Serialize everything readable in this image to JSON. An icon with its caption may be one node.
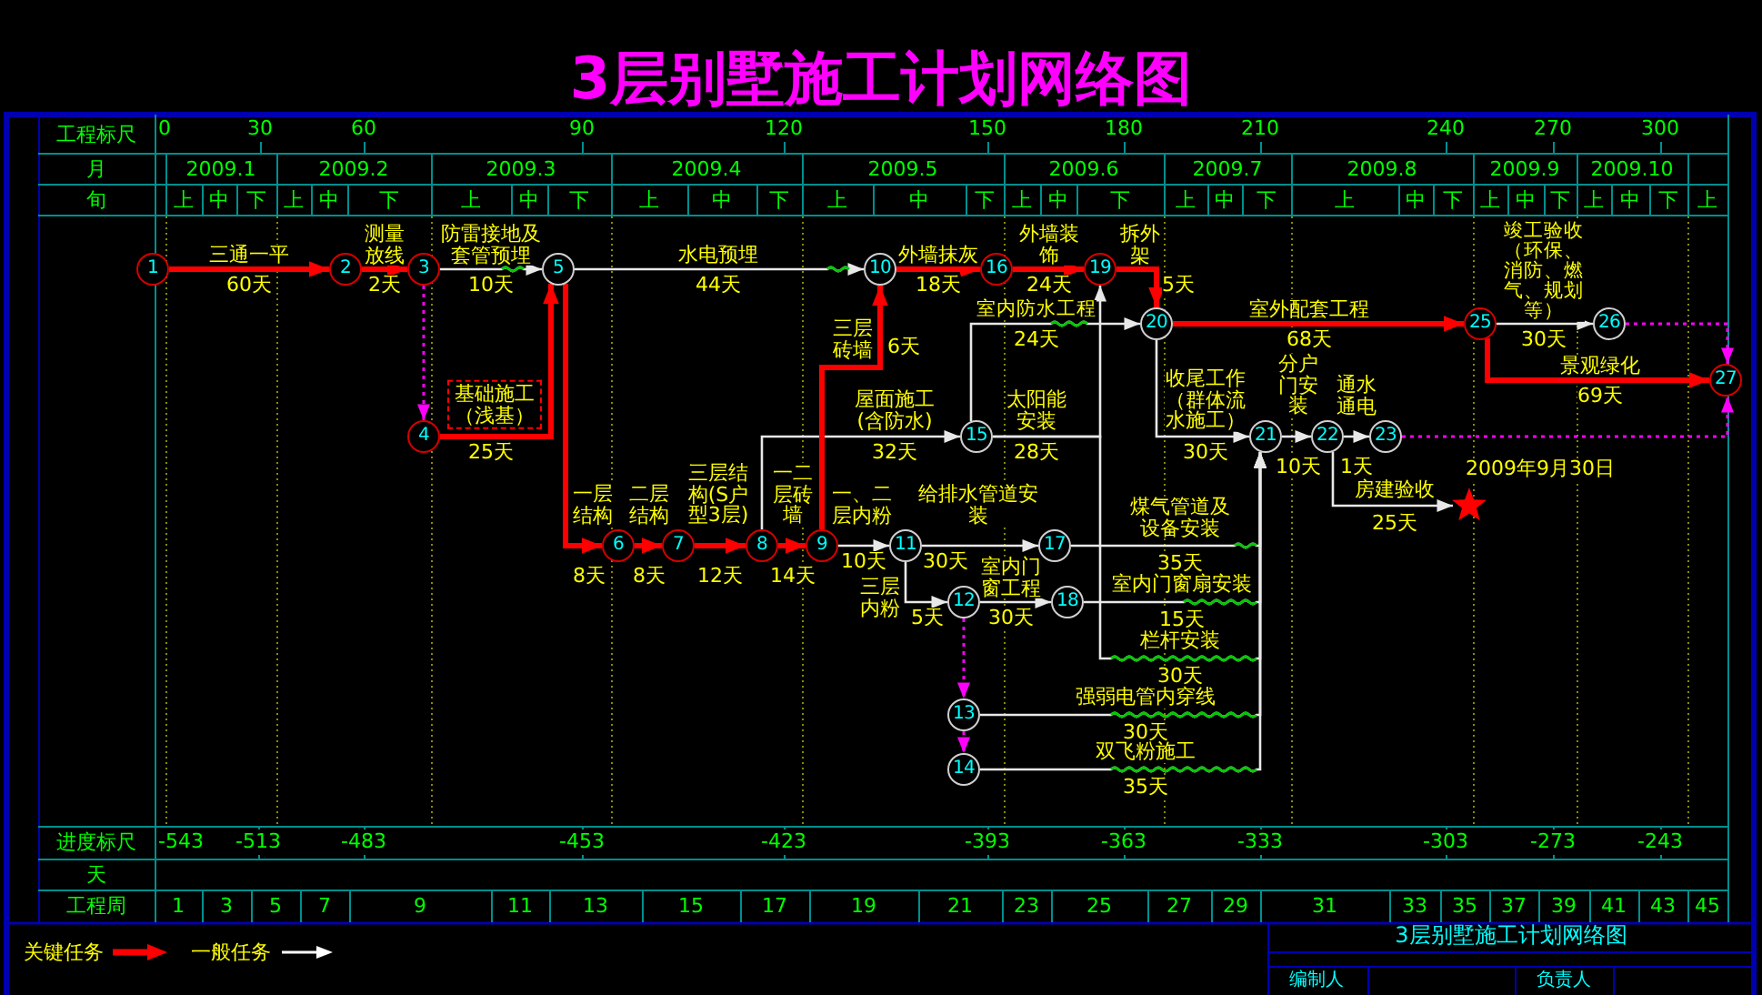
{
  "diagram": {
    "title": "3层别墅施工计划网络图",
    "nodes": [
      {
        "text": [
          "1"
        ]
      },
      {
        "text": [
          "2"
        ]
      },
      {
        "text": [
          "3"
        ]
      },
      {
        "text": [
          "4"
        ]
      },
      {
        "text": [
          "5"
        ]
      },
      {
        "text": [
          "6"
        ]
      },
      {
        "text": [
          "7"
        ]
      },
      {
        "text": [
          "8"
        ]
      },
      {
        "text": [
          "9"
        ]
      },
      {
        "text": [
          "10"
        ]
      },
      {
        "text": [
          "11"
        ]
      },
      {
        "text": [
          "12"
        ]
      },
      {
        "text": [
          "13"
        ]
      },
      {
        "text": [
          "14"
        ]
      },
      {
        "text": [
          "15"
        ]
      },
      {
        "text": [
          "16"
        ]
      },
      {
        "text": [
          "17"
        ]
      },
      {
        "text": [
          "18"
        ]
      },
      {
        "text": [
          "19"
        ]
      },
      {
        "text": [
          "20"
        ]
      },
      {
        "text": [
          "21"
        ]
      },
      {
        "text": [
          "22"
        ]
      },
      {
        "text": [
          "23"
        ]
      },
      {
        "text": [
          "25"
        ]
      },
      {
        "text": [
          "26"
        ]
      },
      {
        "text": [
          "27"
        ]
      },
      {
        "text": [],
        "shape": "star",
        "beside": [
          "2009年9月30日"
        ]
      }
    ],
    "edges": [
      {
        "from": 0,
        "to": 1,
        "arrow": "to",
        "label": "三通一平",
        "style": "thick",
        "color": "#ff0000"
      },
      {
        "from": 1,
        "to": 2,
        "arrow": "to",
        "label": "测量放线",
        "style": "thick",
        "color": "#ff0000"
      },
      {
        "from": 2,
        "to": 3,
        "arrow": "to",
        "style": "dashed",
        "color": "#ff00ff"
      },
      {
        "from": 2,
        "to": 4,
        "arrow": "to",
        "label": "防雷接地及套管预埋"
      },
      {
        "from": 3,
        "to": 4,
        "arrow": "to",
        "label": "基础施工（浅基）",
        "style": "thick",
        "color": "#ff0000"
      },
      {
        "from": 4,
        "to": 9,
        "arrow": "to",
        "label": "水电预埋"
      },
      {
        "from": 4,
        "to": 5,
        "arrow": "to",
        "label": "一层结构",
        "style": "thick",
        "color": "#ff0000"
      },
      {
        "from": 5,
        "to": 6,
        "arrow": "to",
        "label": "二层结构",
        "style": "thick",
        "color": "#ff0000"
      },
      {
        "from": 6,
        "to": 7,
        "arrow": "to",
        "label": "三层结构(S户型3层)",
        "style": "thick",
        "color": "#ff0000"
      },
      {
        "from": 7,
        "to": 8,
        "arrow": "to",
        "label": "一二层砖墙",
        "style": "thick",
        "color": "#ff0000"
      },
      {
        "from": 7,
        "to": 14,
        "arrow": "to",
        "label": "屋面施工(含防水)"
      },
      {
        "from": 8,
        "to": 9,
        "arrow": "to",
        "label": "三层砖墙",
        "style": "thick",
        "color": "#ff0000"
      },
      {
        "from": 8,
        "to": 10,
        "arrow": "to",
        "label": "一、二层内粉"
      },
      {
        "from": 9,
        "to": 15,
        "arrow": "to",
        "label": "外墙抹灰",
        "style": "thick",
        "color": "#ff0000"
      },
      {
        "from": 15,
        "to": 18,
        "arrow": "to",
        "label": "外墙装饰",
        "style": "thick",
        "color": "#ff0000"
      },
      {
        "from": 18,
        "to": 19,
        "arrow": "to",
        "label": "拆外架",
        "style": "thick",
        "color": "#ff0000"
      },
      {
        "from": 14,
        "to": 19,
        "arrow": "to",
        "label": "室内防水工程"
      },
      {
        "from": 14,
        "to": 18,
        "arrow": "to",
        "label": "太阳能安装"
      },
      {
        "from": 10,
        "to": 16,
        "arrow": "to",
        "label": "给排水管道安装"
      },
      {
        "from": 10,
        "to": 11,
        "arrow": "to",
        "label": "三层内粉"
      },
      {
        "from": 11,
        "to": 17,
        "arrow": "to",
        "label": "室内门窗工程"
      },
      {
        "from": 11,
        "to": 12,
        "arrow": "to",
        "style": "dashed",
        "color": "#ff00ff"
      },
      {
        "from": 12,
        "to": 13,
        "arrow": "to",
        "style": "dashed",
        "color": "#ff00ff"
      },
      {
        "from": 16,
        "to": 20,
        "arrow": "to",
        "label": "煤气管道及设备安装"
      },
      {
        "from": 17,
        "to": 20,
        "arrow": "to",
        "label": "室内门窗扇安装"
      },
      {
        "from": 14,
        "to": 20,
        "arrow": "to",
        "label": "栏杆安装"
      },
      {
        "from": 12,
        "to": 20,
        "arrow": "to",
        "label": "强弱电管内穿线"
      },
      {
        "from": 13,
        "to": 20,
        "arrow": "to",
        "label": "双飞粉施工"
      },
      {
        "from": 19,
        "to": 20,
        "arrow": "to",
        "label": "收尾工作（群体流水施工）"
      },
      {
        "from": 19,
        "to": 23,
        "arrow": "to",
        "label": "室外配套工程",
        "style": "thick",
        "color": "#ff0000"
      },
      {
        "from": 20,
        "to": 21,
        "arrow": "to",
        "label": "分户门安装"
      },
      {
        "from": 21,
        "to": 22,
        "arrow": "to",
        "label": "通水通电"
      },
      {
        "from": 21,
        "to": 26,
        "arrow": "to",
        "label": "房建验收"
      },
      {
        "from": 23,
        "to": 24,
        "arrow": "to",
        "label": "竣工验收（环保、消防、燃气、规划等）"
      },
      {
        "from": 23,
        "to": 25,
        "arrow": "to",
        "label": "景观绿化",
        "style": "thick",
        "color": "#ff0000"
      },
      {
        "from": 24,
        "to": 25,
        "arrow": "to",
        "style": "dashed",
        "color": "#ff00ff"
      },
      {
        "from": 22,
        "to": 25,
        "arrow": "to",
        "style": "dashed",
        "color": "#ff00ff"
      }
    ],
    "labels": [
      "工程标尺",
      "0",
      "30",
      "60",
      "90",
      "120",
      "150",
      "180",
      "210",
      "240",
      "270",
      "300",
      "月",
      "2009.1",
      "2009.2",
      "2009.3",
      "2009.4",
      "2009.5",
      "2009.6",
      "2009.7",
      "2009.8",
      "2009.9",
      "2009.10",
      "旬",
      "上",
      "中",
      "下",
      "上",
      "中",
      "下",
      "上",
      "中",
      "下",
      "上",
      "中",
      "下",
      "上",
      "中",
      "下",
      "上",
      "中",
      "下",
      "上",
      "中",
      "下",
      "上",
      "中",
      "下",
      "上",
      "中",
      "下",
      "上",
      "中",
      "下",
      "上",
      "60天",
      "2天",
      "10天",
      "25天",
      "44天",
      "8天",
      "8天",
      "12天",
      "14天",
      "32天",
      "6天",
      "10天",
      "18天",
      "24天",
      "5天",
      "24天",
      "28天",
      "30天",
      "5天",
      "30天",
      "35天",
      "15天",
      "30天",
      "30天",
      "35天",
      "30天",
      "68天",
      "10天",
      "1天",
      "25天",
      "30天",
      "69天",
      "进度标尺",
      "-543",
      "-513",
      "-483",
      "-453",
      "-423",
      "-393",
      "-363",
      "-333",
      "-303",
      "-273",
      "-243",
      "天",
      "工程周",
      "1",
      "3",
      "5",
      "7",
      "9",
      "11",
      "13",
      "15",
      "17",
      "19",
      "21",
      "23",
      "25",
      "27",
      "29",
      "31",
      "33",
      "35",
      "37",
      "39",
      "41",
      "43",
      "45",
      "3层别墅施工计划网络图",
      "编制人",
      "负责人"
    ],
    "legend": [
      {
        "text": "关键任务"
      },
      {
        "text": "一般任务"
      }
    ]
  }
}
